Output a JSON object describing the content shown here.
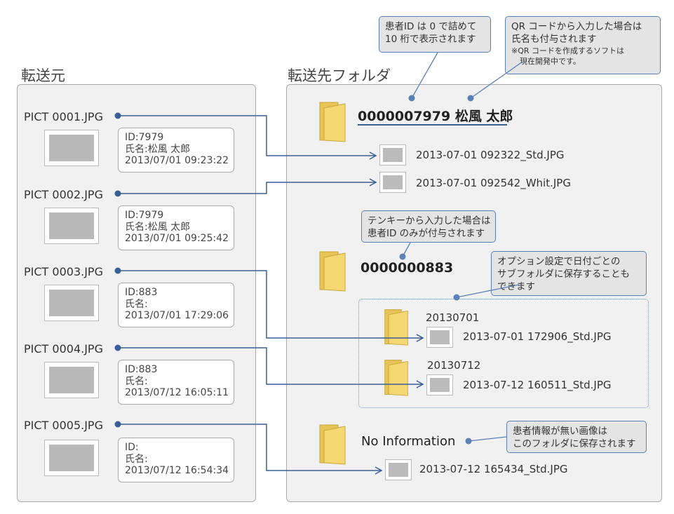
{
  "source": {
    "title": "転送元",
    "items": [
      {
        "file": "PICT 0001.JPG",
        "id": "ID:7979",
        "name": "氏名:松風 太郎",
        "date": "2013/07/01 09:23:22"
      },
      {
        "file": "PICT 0002.JPG",
        "id": "ID:7979",
        "name": "氏名:松風 太郎",
        "date": "2013/07/01 09:25:42"
      },
      {
        "file": "PICT 0003.JPG",
        "id": "ID:883",
        "name": "氏名:",
        "date": "2013/07/01 17:29:06"
      },
      {
        "file": "PICT 0004.JPG",
        "id": "ID:883",
        "name": "氏名:",
        "date": "2013/07/12 16:05:11"
      },
      {
        "file": "PICT 0005.JPG",
        "id": "ID:",
        "name": "氏名:",
        "date": "2013/07/12 16:54:34"
      }
    ]
  },
  "dest": {
    "title": "転送先フォルダ",
    "folder1": {
      "name": "0000007979 松風 太郎",
      "files": [
        "2013-07-01 092322_Std.JPG",
        "2013-07-01 092542_Whit.JPG"
      ]
    },
    "folder2": {
      "name": "0000000883",
      "sub1": {
        "name": "20130701",
        "file": "2013-07-01 172906_Std.JPG"
      },
      "sub2": {
        "name": "20130712",
        "file": "2013-07-12 160511_Std.JPG"
      }
    },
    "folder3": {
      "name": "No Information",
      "file": "2013-07-12 165434_Std.JPG"
    }
  },
  "callouts": {
    "c1": {
      "line1": "患者ID は 0 で詰めて",
      "line2": "10 桁で表示されます"
    },
    "c2": {
      "line1": "QR コードから入力した場合は",
      "line2": "氏名も付与されます",
      "note1": "※QR コードを作成するソフトは",
      "note2": "現在開発中です。"
    },
    "c3": {
      "line1": "テンキーから入力した場合は",
      "line2": "患者ID のみが付与されます"
    },
    "c4": {
      "line1": "オプション設定で日付ごとの",
      "line2": "サブフォルダに保存することも",
      "line3": "できます"
    },
    "c5": {
      "line1": "患者情報が無い画像は",
      "line2": "このフォルダに保存されます"
    }
  },
  "colors": {
    "accent": "#3a5f96",
    "folder": "#f6d873",
    "panel": "#f1f1f1"
  }
}
